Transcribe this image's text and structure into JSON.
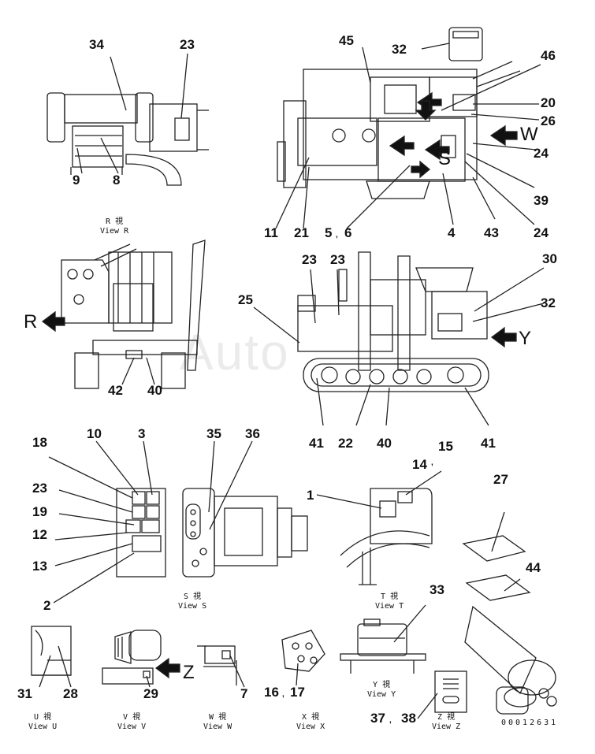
{
  "callouts": [
    "34",
    "23",
    "9",
    "8",
    "45",
    "32",
    "46",
    "20",
    "26",
    "24",
    "39",
    "24",
    "43",
    "4",
    "5",
    ",",
    "6",
    "21",
    "11",
    "23",
    "23",
    "30",
    "25",
    "32",
    "42",
    "40",
    "41",
    "22",
    "40",
    "41",
    "18",
    "10",
    "3",
    "35",
    "36",
    "23",
    "19",
    "12",
    "13",
    "2",
    "1",
    "14",
    ",",
    "15",
    "27",
    "44",
    "33",
    "31",
    "28",
    "29",
    "7",
    "16",
    ",",
    "17",
    "37",
    ",",
    "38"
  ],
  "captions": {
    "view_r": [
      "R 視",
      "View R"
    ],
    "view_s": [
      "S 視",
      "View S"
    ],
    "view_t": [
      "T 視",
      "View T"
    ],
    "view_u": [
      "U 視",
      "View U"
    ],
    "view_v": [
      "V 視",
      "View V"
    ],
    "view_w": [
      "W 視",
      "View W"
    ],
    "view_x": [
      "X 視",
      "View X"
    ],
    "view_y": [
      "Y 視",
      "View Y"
    ],
    "view_z": [
      "Z 視",
      "View Z"
    ]
  },
  "arrow_letters": {
    "r": "R",
    "w": "W",
    "y": "Y",
    "z": "Z",
    "s": "S"
  },
  "watermark": "Auto",
  "drawing_code": "00012631"
}
